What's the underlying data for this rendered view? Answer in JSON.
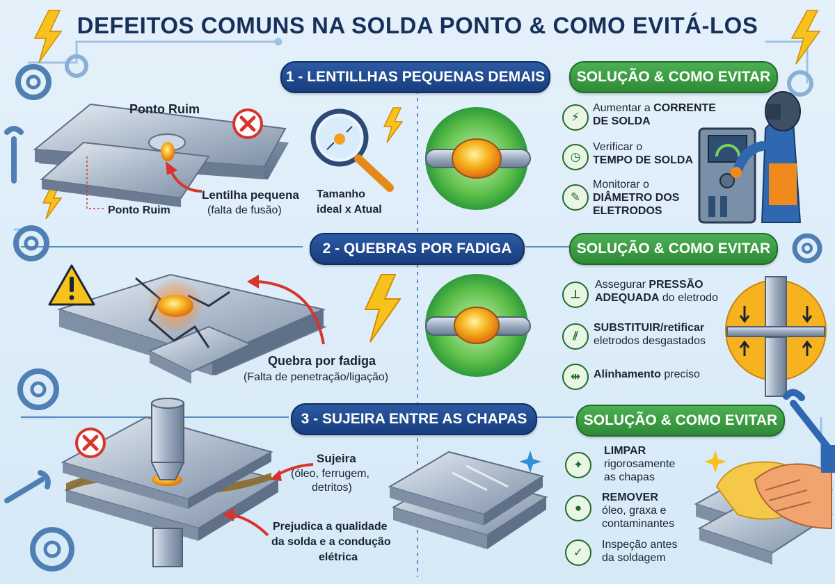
{
  "title": "DEFEITOS COMUNS NA SOLDA PONTO & COMO EVITÁ-LOS",
  "sections": [
    {
      "heading": "1 - LENTILLHAS PEQUENAS DEMAIS",
      "solution_heading": "SOLUÇÃO & COMO EVITAR",
      "labels": {
        "ponto_ruim_top": "Ponto Ruim",
        "ponto_ruim_bottom": "Ponto Ruim",
        "lentilha": "Lentilha pequena",
        "lentilha_sub": "(falta de fusão)",
        "tamanho_1": "Tamanho",
        "tamanho_2": "ideal x Atual"
      },
      "solutions": [
        {
          "icon": "lightning-icon",
          "line1_a": "Aumentar a ",
          "line1_b": "CORRENTE",
          "line2": "DE SOLDA"
        },
        {
          "icon": "clock-icon",
          "line1_a": "Verificar o",
          "line1_b": "",
          "line2": "TEMPO DE SOLDA"
        },
        {
          "icon": "pencil-icon",
          "line1_a": "Monitorar o",
          "line1_b": "",
          "line2": "DIÂMETRO DOS",
          "line3": "ELETRODOS"
        }
      ]
    },
    {
      "heading": "2 - QUEBRAS POR FADIGA",
      "solution_heading": "SOLUÇÃO & COMO EVITAR",
      "labels": {
        "quebra": "Quebra por fadiga",
        "quebra_sub": "(Falta de penetração/ligação)"
      },
      "solutions": [
        {
          "icon": "pressure-icon",
          "line1_a": "Assegurar ",
          "line1_b": "PRESSÃO",
          "line2_a": "ADEQUADA",
          "line2_b": " do eletrodo"
        },
        {
          "icon": "electrode-icon",
          "line1_a": "SUBSTITUIR/",
          "line1_b": "retificar",
          "line2": "eletrodos desgastados"
        },
        {
          "icon": "align-icon",
          "line1_a": "Alinhamento",
          "line1_b": " preciso"
        }
      ]
    },
    {
      "heading": "3 - SUJEIRA ENTRE AS CHAPAS",
      "solution_heading": "SOLUÇÃO & COMO EVITAR",
      "labels": {
        "sujeira": "Sujeira",
        "sujeira_1": "(óleo, ferrugem,",
        "sujeira_2": "detritos)",
        "prejudica_1": "Prejudica a qualidade",
        "prejudica_2": "da solda e a condução",
        "prejudica_3": "elétrica"
      },
      "solutions": [
        {
          "icon": "sparkle-icon",
          "line1": "LIMPAR",
          "line2": "rigorosamente",
          "line3": "as chapas"
        },
        {
          "icon": "oil-drop-icon",
          "line1": "REMOVER",
          "line2": "óleo, graxa e",
          "line3": "contaminantes"
        },
        {
          "icon": "check-icon",
          "line1": "Inspeção antes",
          "line2": "da soldagem"
        }
      ]
    }
  ],
  "colors": {
    "navy": "#173d7d",
    "green": "#2d8a36",
    "red": "#d9342b",
    "orange": "#f5a623"
  }
}
